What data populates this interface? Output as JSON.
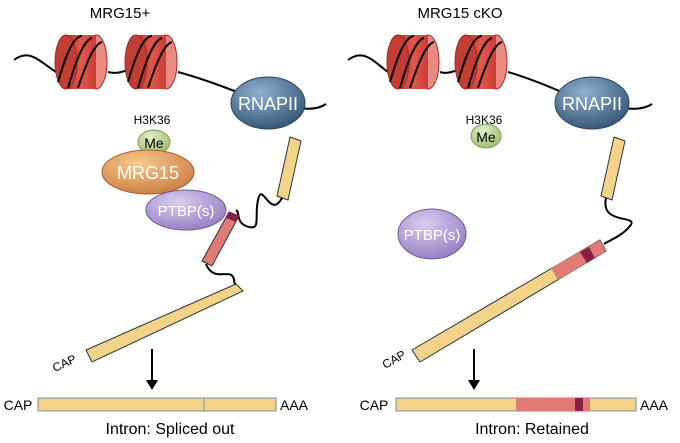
{
  "panels": {
    "left": {
      "title": "MRG15+",
      "histone_mark": "H3K36",
      "methyl": "Me",
      "reader": "MRG15",
      "splice_factor": "PTBP(s)",
      "polymerase": "RNAPII",
      "cap_label": "CAP",
      "mrna_cap": "CAP",
      "mrna_tail": "AAA",
      "outcome": "Intron: Spliced out"
    },
    "right": {
      "title": "MRG15 cKO",
      "histone_mark": "H3K36",
      "methyl": "Me",
      "splice_factor": "PTBP(s)",
      "polymerase": "RNAPII",
      "cap_label": "CAP",
      "mrna_cap": "CAP",
      "mrna_tail": "AAA",
      "outcome": "Intron: Retained"
    }
  },
  "colors": {
    "nucleosome": "#d9453b",
    "nucleosome_edge": "#a52a22",
    "rnapii": "#4a6f93",
    "mrg15": "#e39d55",
    "methyl": "#b7d38f",
    "ptbp": "#a794cf",
    "exon": "#f3d38a",
    "intron": "#e07a74",
    "ptbp_site": "#8a1f46"
  }
}
